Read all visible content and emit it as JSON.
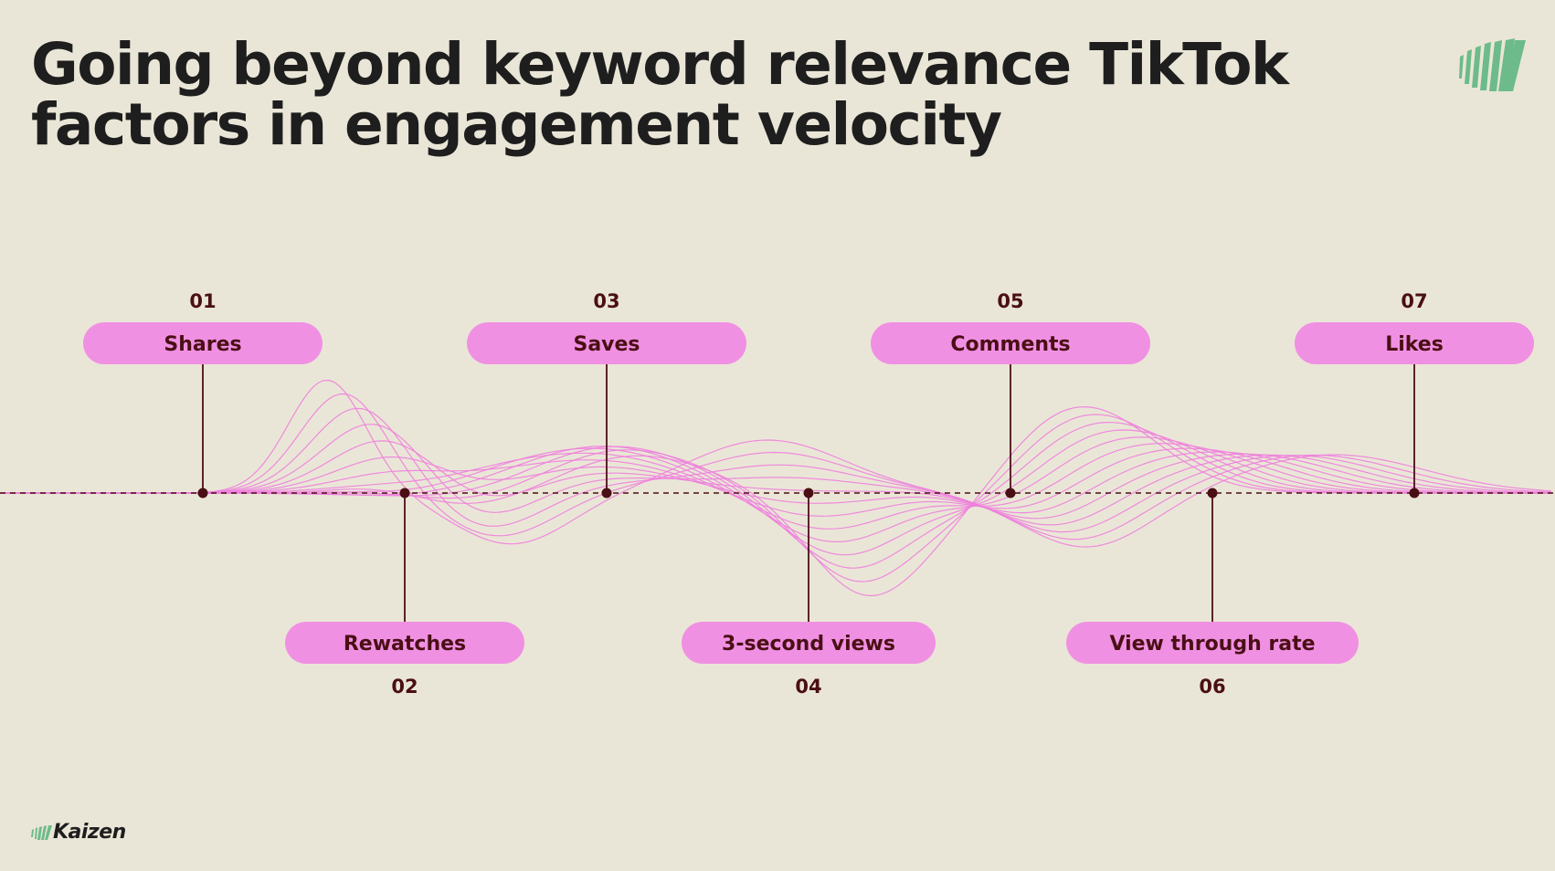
{
  "title": {
    "line1": "Going beyond keyword relevance TikTok",
    "line2": "factors in engagement velocity"
  },
  "factors": [
    {
      "number": "01",
      "label": "Shares",
      "position": "top"
    },
    {
      "number": "02",
      "label": "Rewatches",
      "position": "bottom"
    },
    {
      "number": "03",
      "label": "Saves",
      "position": "top"
    },
    {
      "number": "04",
      "label": "3-second views",
      "position": "bottom"
    },
    {
      "number": "05",
      "label": "Comments",
      "position": "top"
    },
    {
      "number": "06",
      "label": "View through rate",
      "position": "bottom"
    },
    {
      "number": "07",
      "label": "Likes",
      "position": "top"
    }
  ],
  "brand": {
    "name": "Kaizen",
    "logo_icon": "kaizen-stripes-icon",
    "corner_icon": "kaizen-stripes-icon"
  },
  "colors": {
    "background": "#EAE6D7",
    "pill": "#F090E3",
    "wave": "#EE7FDD",
    "connector": "#4A0F14",
    "title": "#1E1E1E",
    "logo_green": "#6DBB8A"
  }
}
